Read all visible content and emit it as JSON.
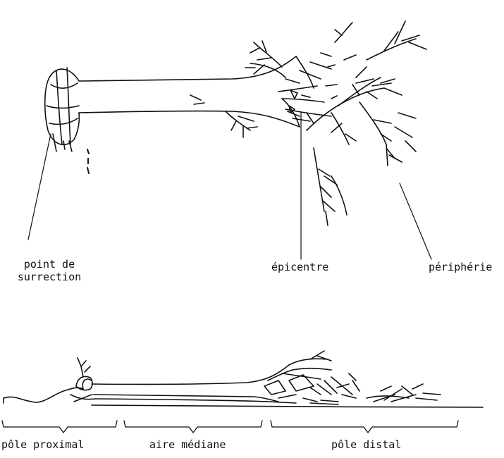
{
  "labels": {
    "surrection_line1": "point de",
    "surrection_line2": "surrection",
    "epicentre": "épicentre",
    "peripherie": "périphérie",
    "pole_proximal": "pôle proximal",
    "aire_mediane": "aire médiane",
    "pole_distal": "pôle distal"
  },
  "colors": {
    "ink": "#111111",
    "background": "#ffffff"
  }
}
